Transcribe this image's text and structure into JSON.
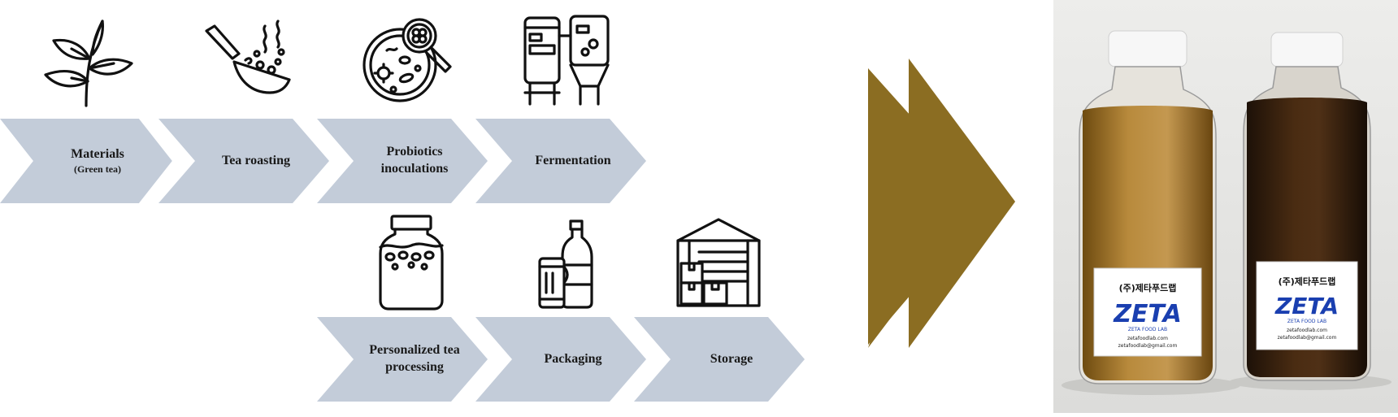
{
  "steps_row1": [
    {
      "label": "Materials",
      "sub": "(Green tea)"
    },
    {
      "label": "Tea roasting",
      "sub": ""
    },
    {
      "label": "Probiotics inoculations",
      "sub": ""
    },
    {
      "label": "Fermentation",
      "sub": ""
    }
  ],
  "steps_row2": [
    {
      "label": "Personalized tea processing",
      "sub": ""
    },
    {
      "label": "Packaging",
      "sub": ""
    },
    {
      "label": "Storage",
      "sub": ""
    }
  ],
  "icons": {
    "materials": "tea-plant-icon",
    "roasting": "wok-pan-icon",
    "probiotics": "petri-dish-magnifier-icon",
    "fermentation": "fermentation-tank-icon",
    "personalized": "jar-icon",
    "packaging": "bottle-and-can-icon",
    "storage": "warehouse-icon"
  },
  "photo": {
    "label_korean": "(주)제타푸드랩",
    "brand": "ZETA",
    "brand_sub": "ZETA FOOD LAB",
    "website": "zetafoodlab.com",
    "email": "zetafoodlab@gmail.com"
  },
  "colors": {
    "chevron_fill": "#c3ccd9",
    "arrow_gold": "#8b6d22",
    "icon_stroke": "#111111"
  }
}
